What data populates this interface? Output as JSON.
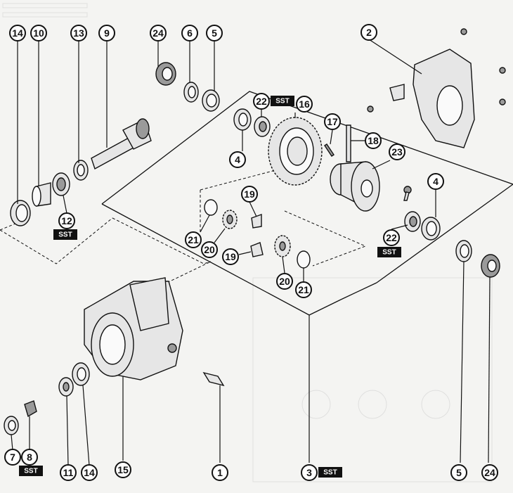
{
  "figure": {
    "callouts": [
      {
        "id": "c14a",
        "num": "14"
      },
      {
        "id": "c10",
        "num": "10"
      },
      {
        "id": "c13",
        "num": "13"
      },
      {
        "id": "c9",
        "num": "9"
      },
      {
        "id": "c24a",
        "num": "24"
      },
      {
        "id": "c6",
        "num": "6"
      },
      {
        "id": "c5a",
        "num": "5"
      },
      {
        "id": "c2",
        "num": "2"
      },
      {
        "id": "c22a",
        "num": "22"
      },
      {
        "id": "c16",
        "num": "16"
      },
      {
        "id": "c17",
        "num": "17"
      },
      {
        "id": "c18",
        "num": "18"
      },
      {
        "id": "c23",
        "num": "23"
      },
      {
        "id": "c4a",
        "num": "4"
      },
      {
        "id": "c4b",
        "num": "4"
      },
      {
        "id": "c12",
        "num": "12"
      },
      {
        "id": "c19a",
        "num": "19"
      },
      {
        "id": "c21a",
        "num": "21"
      },
      {
        "id": "c20a",
        "num": "20"
      },
      {
        "id": "c22b",
        "num": "22"
      },
      {
        "id": "c19b",
        "num": "19"
      },
      {
        "id": "c20b",
        "num": "20"
      },
      {
        "id": "c21b",
        "num": "21"
      },
      {
        "id": "c7",
        "num": "7"
      },
      {
        "id": "c8",
        "num": "8"
      },
      {
        "id": "c11",
        "num": "11"
      },
      {
        "id": "c14b",
        "num": "14"
      },
      {
        "id": "c15",
        "num": "15"
      },
      {
        "id": "c1",
        "num": "1"
      },
      {
        "id": "c3",
        "num": "3"
      },
      {
        "id": "c5b",
        "num": "5"
      },
      {
        "id": "c24b",
        "num": "24"
      }
    ],
    "sst_label": "SST"
  }
}
